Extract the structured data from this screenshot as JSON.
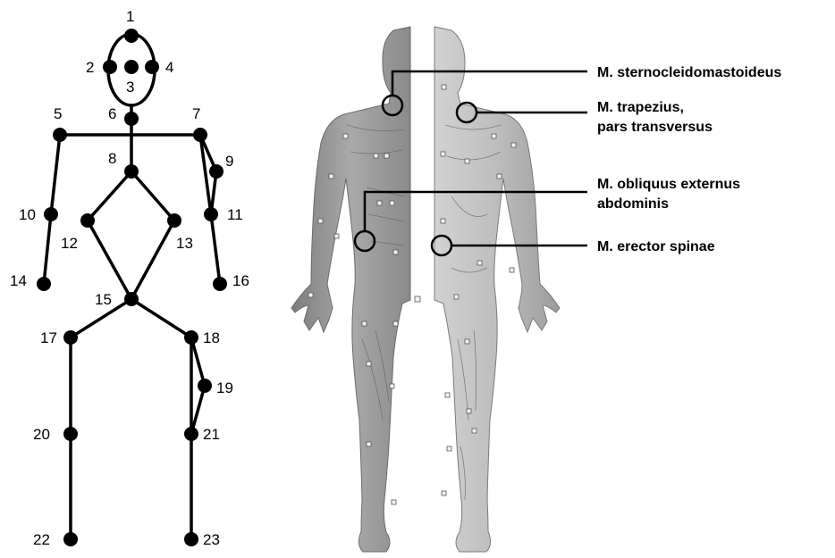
{
  "skeleton": {
    "joint_labels": [
      "1",
      "2",
      "3",
      "4",
      "5",
      "6",
      "7",
      "8",
      "9",
      "10",
      "11",
      "12",
      "13",
      "14",
      "15",
      "16",
      "17",
      "18",
      "19",
      "20",
      "21",
      "22",
      "23"
    ]
  },
  "muscles": {
    "sternocleidomastoideus": "M. sternocleidomastoideus",
    "trapezius_line1": "M. trapezius,",
    "trapezius_line2": "pars transversus",
    "obliquus_line1": "M. obliquus externus",
    "obliquus_line2": "abdominis",
    "erector": "M. erector spinae"
  },
  "colors": {
    "skeleton": "#000000",
    "body_fill_dark": "#9a9a9a",
    "body_fill_light": "#c8c8c8"
  }
}
